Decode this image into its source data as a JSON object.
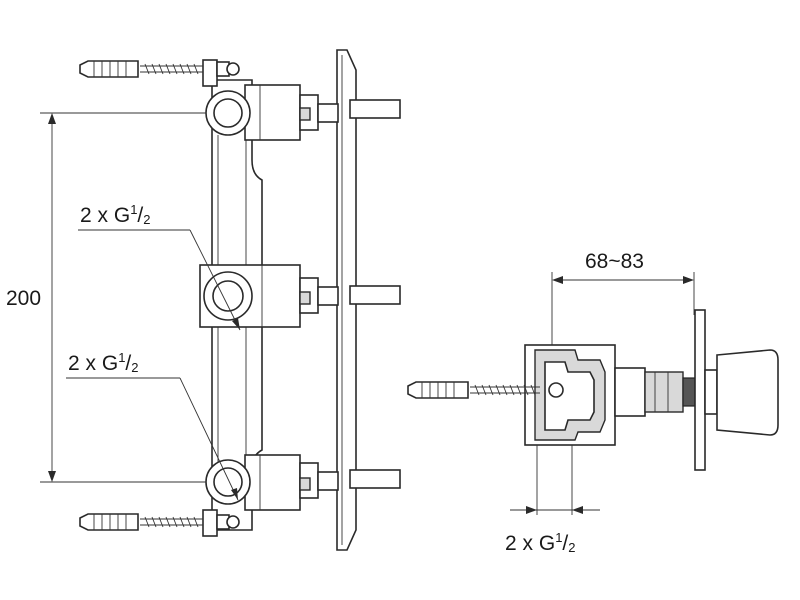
{
  "labels": {
    "height_dim": "200",
    "depth_dim": "68~83",
    "thread_prefix": "2 x G",
    "thread_num": "1",
    "thread_slash": "/",
    "thread_den": "2"
  },
  "colors": {
    "line": "#2a2a2a",
    "shade": "#d9d9d9",
    "background": "#ffffff"
  }
}
